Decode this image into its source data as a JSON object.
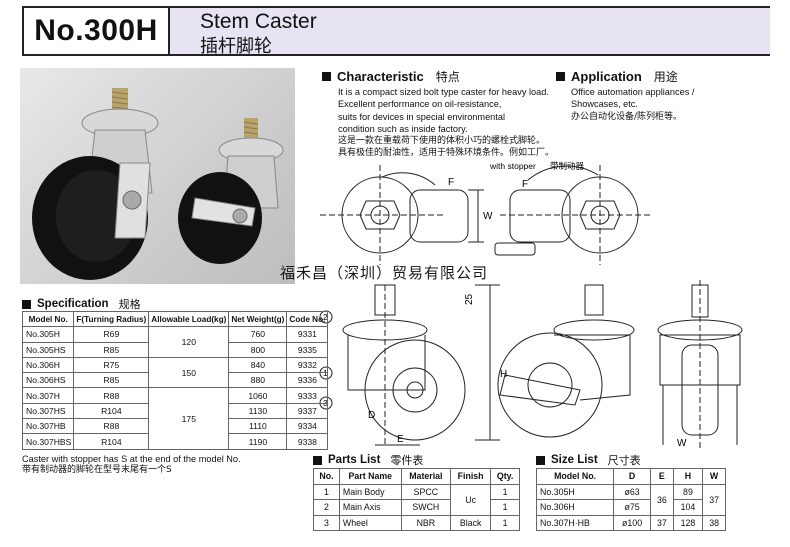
{
  "header": {
    "model": "No.300H",
    "title_en": "Stem Caster",
    "title_cn": "插杆脚轮"
  },
  "characteristic": {
    "heading": "Characteristic",
    "heading_cn": "特点",
    "lines": [
      "It is a compact sized bolt type caster for heavy load.",
      "Excellent performance on oil-resistance,",
      "suits for devices in special environmental",
      "condition such as inside factory."
    ],
    "lines_cn": [
      "这是一款在重载荷下使用的体积小巧的螺栓式脚轮。",
      "具有极佳的耐油性，适用于特殊环境条件。例如工厂。"
    ]
  },
  "application": {
    "heading": "Application",
    "heading_cn": "用途",
    "lines": [
      "Office automation appliances /",
      "Showcases, etc."
    ],
    "line_cn": "办公自动化设备/陈列柜等。"
  },
  "drawing": {
    "stopper_label": "with stopper",
    "stopper_label_cn": "带制动器",
    "dim_F": "F",
    "dim_W": "W",
    "dim_25": "25",
    "dim_H": "H",
    "dim_D": "D",
    "dim_E": "E",
    "callouts": [
      "1",
      "2",
      "3"
    ]
  },
  "watermark": "福禾昌（深圳）贸易有限公司",
  "specification": {
    "heading": "Specification",
    "heading_cn": "规格",
    "columns": [
      "Model No.",
      "F(Turning Radius)",
      "Allowable Load(kg)",
      "Net Weight(g)",
      "Code No."
    ],
    "rows": [
      [
        "No.305H",
        "R69",
        "120",
        "760",
        "9331"
      ],
      [
        "No.305HS",
        "R85",
        "",
        "800",
        "9335"
      ],
      [
        "No.306H",
        "R75",
        "150",
        "840",
        "9332"
      ],
      [
        "No.306HS",
        "R85",
        "",
        "880",
        "9336"
      ],
      [
        "No.307H",
        "R88",
        "175",
        "1060",
        "9333"
      ],
      [
        "No.307HS",
        "R104",
        "",
        "1130",
        "9337"
      ],
      [
        "No.307HB",
        "R88",
        "",
        "1110",
        "9334"
      ],
      [
        "No.307HBS",
        "R104",
        "",
        "1190",
        "9338"
      ]
    ],
    "note": "Caster with stopper has S at the end of the model No.",
    "note_cn": "带有制动器的脚轮在型号末尾有一个S"
  },
  "parts_list": {
    "heading": "Parts List",
    "heading_cn": "零件表",
    "columns": [
      "No.",
      "Part Name",
      "Material",
      "Finish",
      "Qty."
    ],
    "rows": [
      [
        "1",
        "Main Body",
        "SPCC",
        "Uc",
        "1"
      ],
      [
        "2",
        "Main Axis",
        "SWCH",
        "",
        "1"
      ],
      [
        "3",
        "Wheel",
        "NBR",
        "Black",
        "1"
      ]
    ]
  },
  "size_list": {
    "heading": "Size List",
    "heading_cn": "尺寸表",
    "columns": [
      "Model No.",
      "D",
      "E",
      "H",
      "W"
    ],
    "rows": [
      [
        "No.305H",
        "ø63",
        "36",
        "89",
        "37"
      ],
      [
        "No.306H",
        "ø75",
        "",
        "104",
        ""
      ],
      [
        "No.307H·HB",
        "ø100",
        "37",
        "128",
        "38"
      ]
    ]
  },
  "colors": {
    "title_band": "#e7e3f3",
    "text": "#111111"
  }
}
